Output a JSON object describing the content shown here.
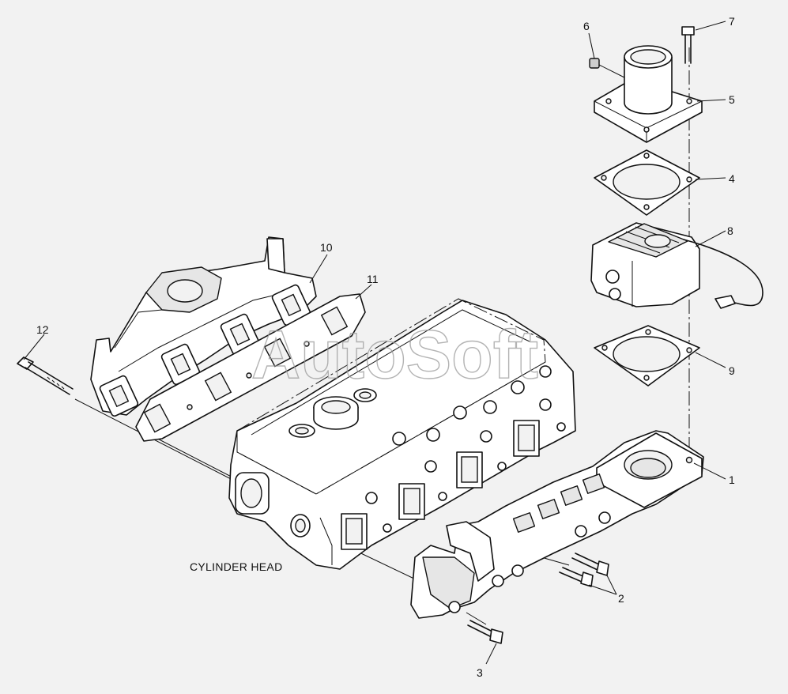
{
  "watermark": "AutoSoft",
  "caption": "CYLINDER HEAD",
  "callouts": {
    "c1": "1",
    "c2": "2",
    "c3": "3",
    "c4": "4",
    "c5": "5",
    "c6": "6",
    "c7": "7",
    "c8": "8",
    "c9": "9",
    "c10": "10",
    "c11": "11",
    "c12": "12"
  }
}
